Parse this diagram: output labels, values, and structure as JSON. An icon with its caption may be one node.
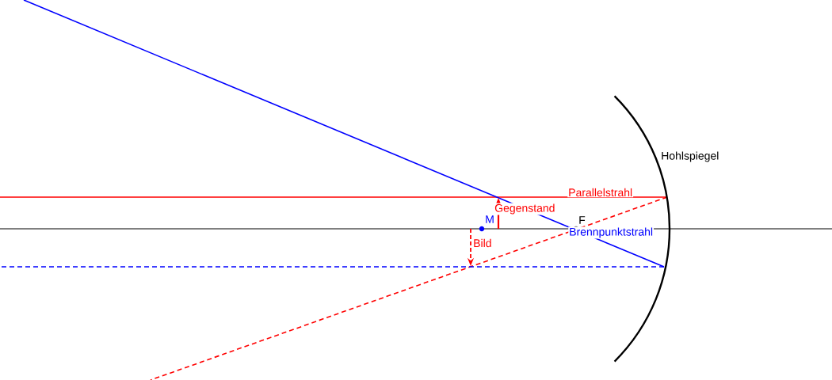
{
  "diagram": {
    "labels": [
      "Hohlspiegel",
      "Parallelstrahl",
      "Gegenstand",
      "M",
      "F",
      "Brennpunktstrahl",
      "Bild"
    ]
  }
}
